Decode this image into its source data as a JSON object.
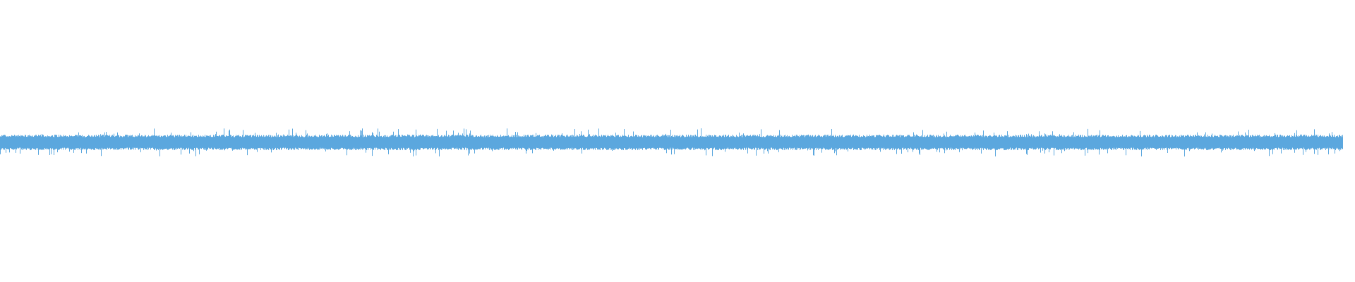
{
  "waveform": {
    "color": "#5ba7de",
    "background": "#ffffff",
    "track_fraction": 0.9913,
    "amplitude_band": 0.025,
    "amplitude_peak": 0.05
  }
}
